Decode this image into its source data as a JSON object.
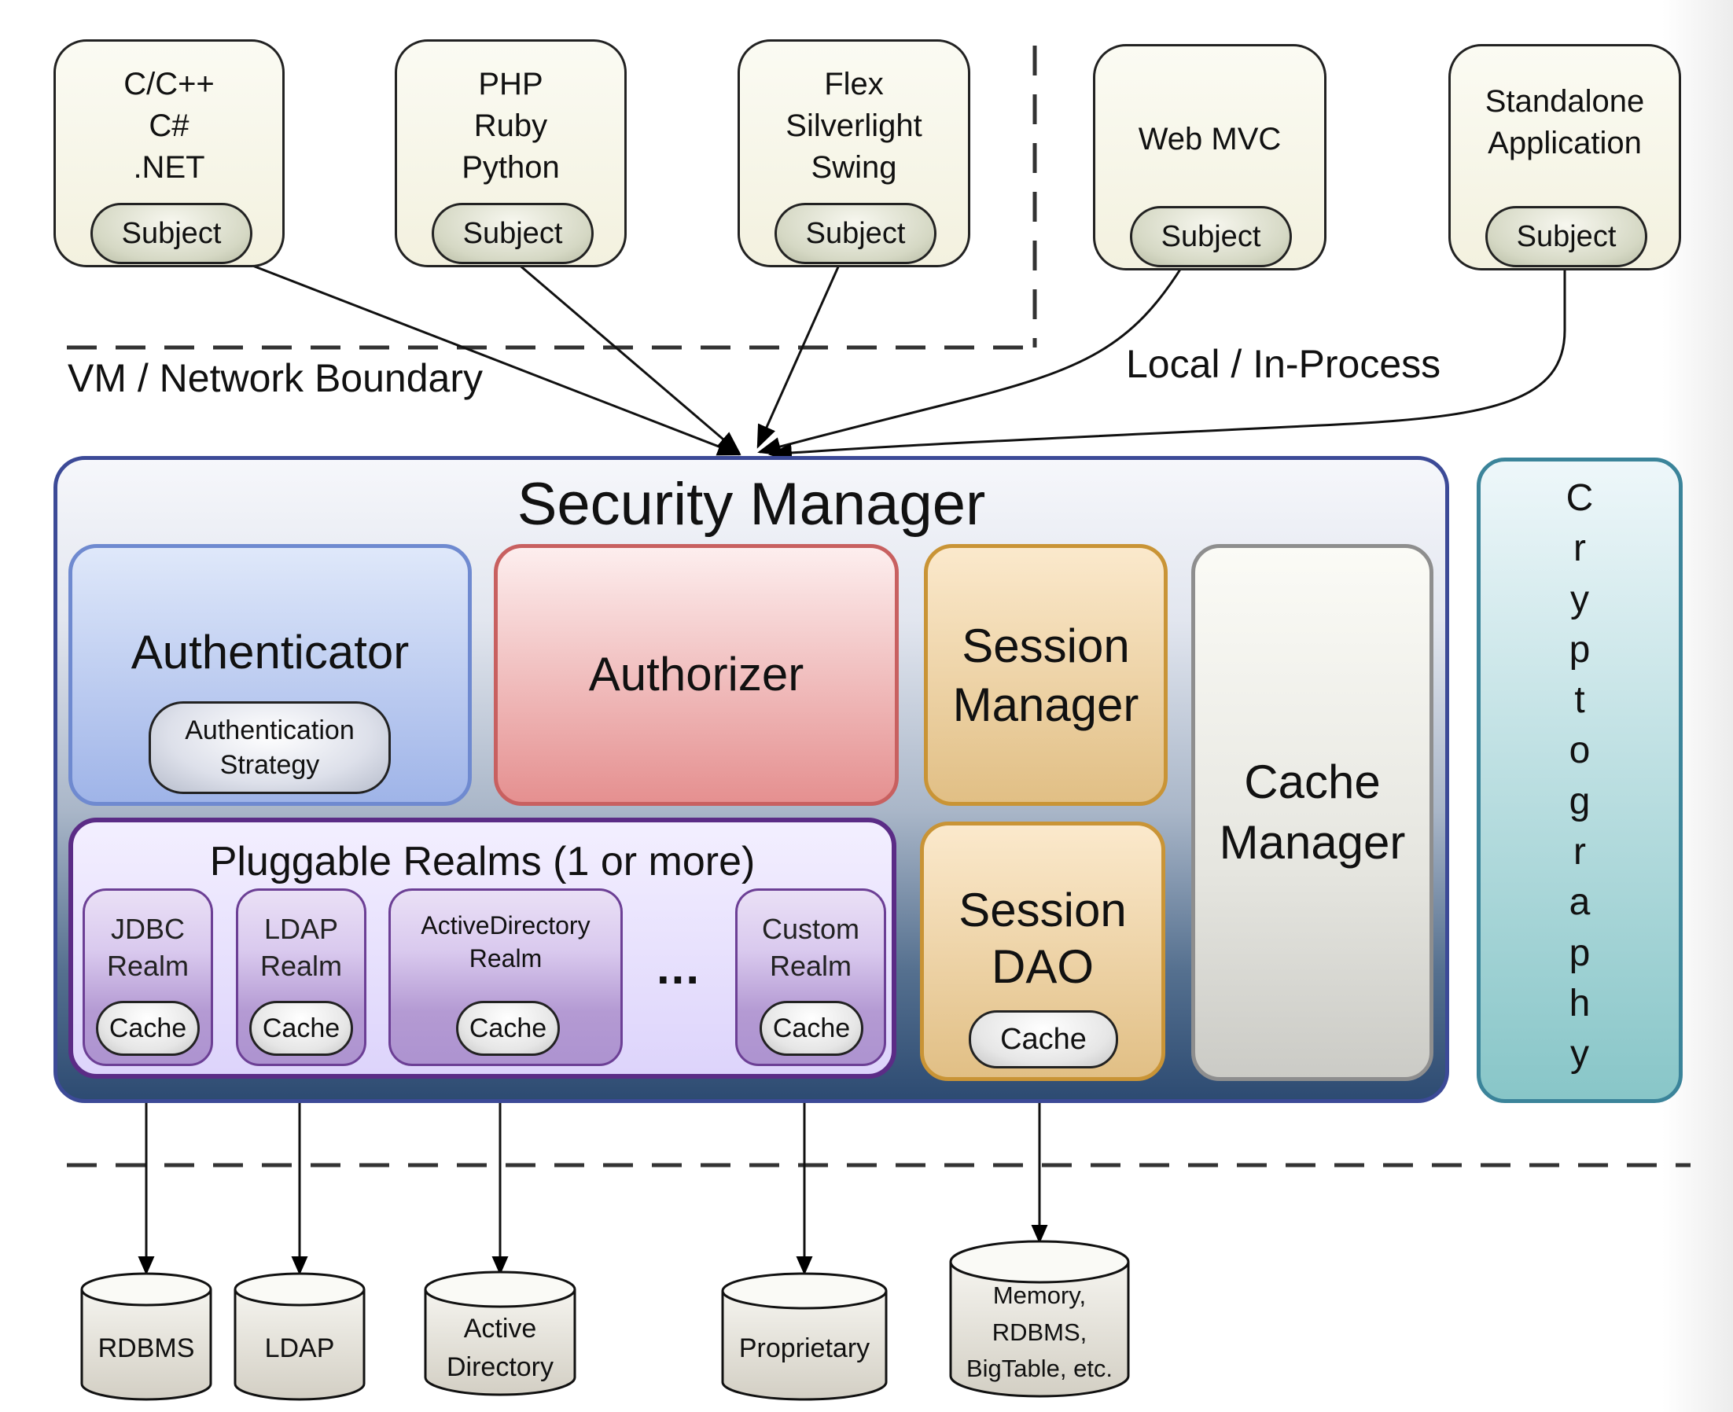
{
  "diagram": {
    "title": "Security Manager",
    "boundaries": {
      "network_label": "VM / Network Boundary",
      "local_label": "Local / In-Process"
    },
    "clients": [
      {
        "label": "C/C++\nC#\n.NET",
        "subject": "Subject"
      },
      {
        "label": "PHP\nRuby\nPython",
        "subject": "Subject"
      },
      {
        "label": "Flex\nSilverlight\nSwing",
        "subject": "Subject"
      },
      {
        "label": "Web MVC",
        "subject": "Subject"
      },
      {
        "label": "Standalone\nApplication",
        "subject": "Subject"
      }
    ],
    "components": {
      "authenticator": {
        "label": "Authenticator",
        "strategy": "Authentication\nStrategy"
      },
      "authorizer": {
        "label": "Authorizer"
      },
      "session_manager": {
        "label": "Session\nManager"
      },
      "cache_manager": {
        "label": "Cache\nManager"
      },
      "session_dao": {
        "label": "Session\nDAO",
        "cache": "Cache"
      },
      "cryptography": {
        "label": "C\nr\ny\np\nt\no\ng\nr\na\np\nh\ny"
      }
    },
    "realms": {
      "title": "Pluggable Realms (1 or more)",
      "ellipsis": "...",
      "items": [
        {
          "label": "JDBC\nRealm",
          "cache": "Cache"
        },
        {
          "label": "LDAP\nRealm",
          "cache": "Cache"
        },
        {
          "label": "ActiveDirectory\nRealm",
          "cache": "Cache"
        },
        {
          "label": "Custom\nRealm",
          "cache": "Cache"
        }
      ]
    },
    "datastores": [
      {
        "label": "RDBMS"
      },
      {
        "label": "LDAP"
      },
      {
        "label": "Active\nDirectory"
      },
      {
        "label": "Proprietary"
      },
      {
        "label": "Memory,\nRDBMS,\nBigTable, etc."
      }
    ],
    "colors": {
      "security_manager_border": "#3c4a97",
      "authenticator": "#9fb4e8",
      "authorizer": "#e59090",
      "session": "#e1bf85",
      "realms": "#5b2c86",
      "cryptography": "#88c6c8"
    }
  }
}
